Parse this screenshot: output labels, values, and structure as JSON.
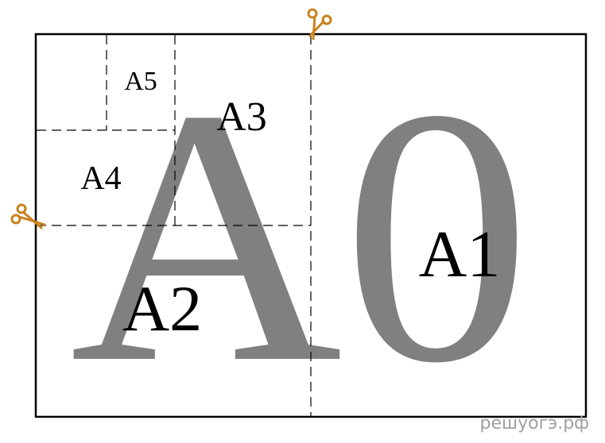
{
  "diagram": {
    "big_label": "A0",
    "sheets": {
      "a1": "A1",
      "a2": "A2",
      "a3": "A3",
      "a4": "A4",
      "a5": "A5"
    },
    "icons": {
      "top_cut": "scissors-icon",
      "left_cut": "scissors-icon"
    },
    "colors": {
      "border": "#000000",
      "big_label": "#808080",
      "scissors": "#c8821e",
      "watermark": "#a0a0a0"
    }
  },
  "watermark": "решуогэ.рф"
}
